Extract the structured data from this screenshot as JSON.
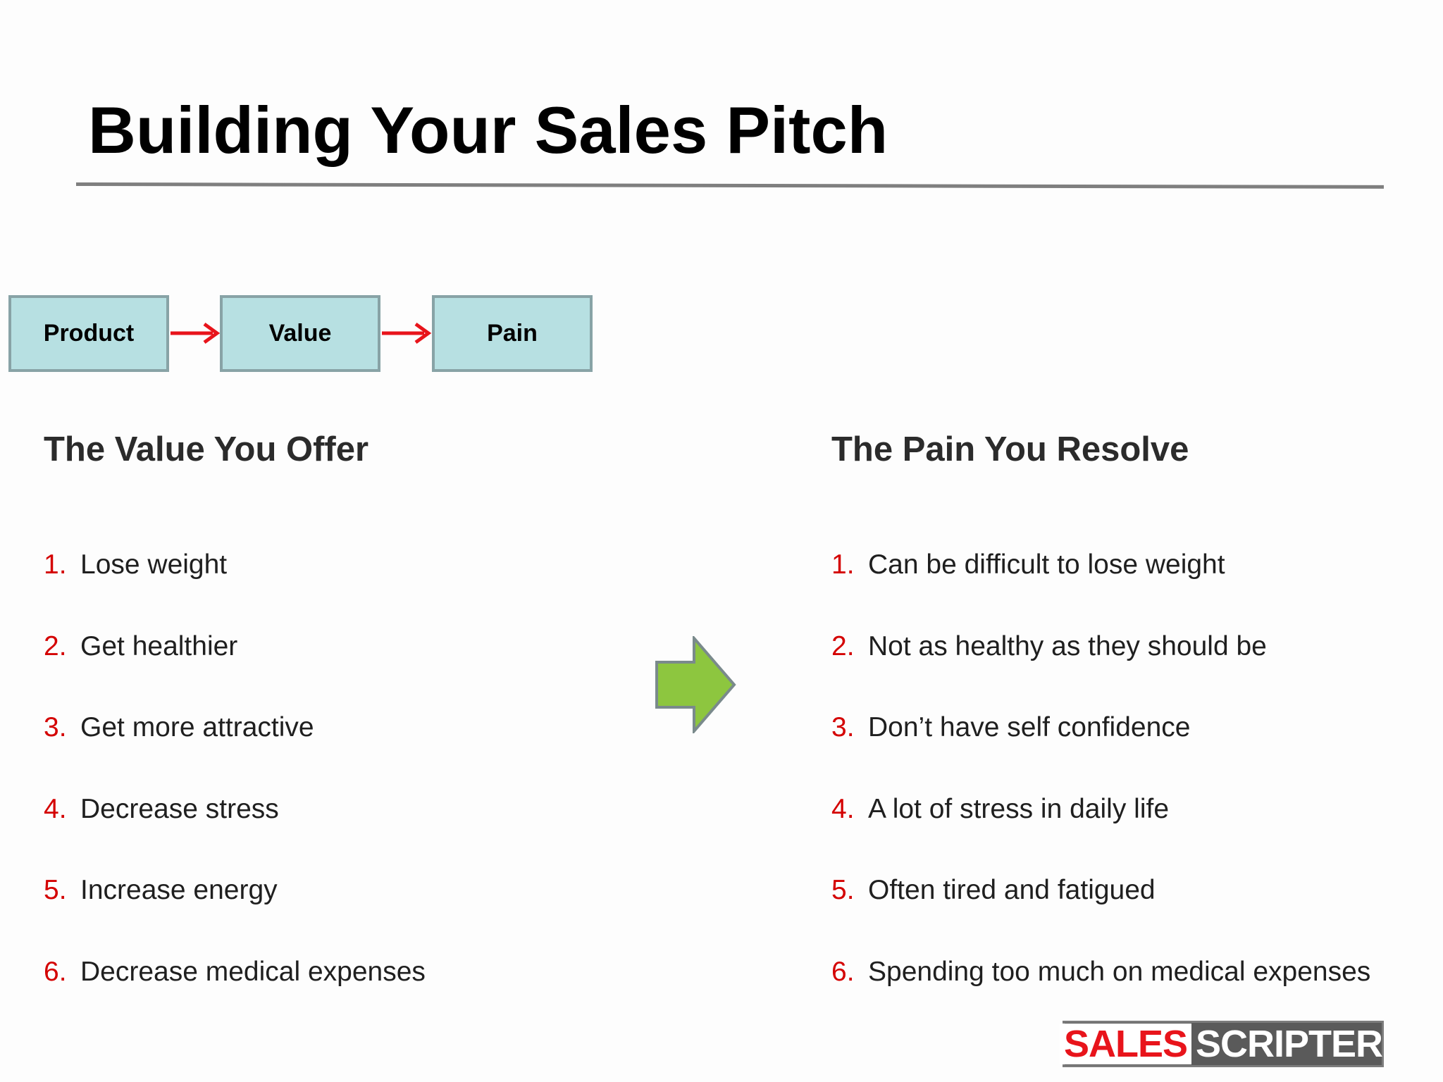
{
  "slide": {
    "title": "Building Your Sales Pitch"
  },
  "flow": {
    "boxes": [
      "Product",
      "Value",
      "Pain"
    ]
  },
  "left_column": {
    "heading": "The Value You Offer",
    "items": [
      {
        "num": "1.",
        "text": "Lose weight"
      },
      {
        "num": "2.",
        "text": "Get healthier"
      },
      {
        "num": "3.",
        "text": "Get more attractive"
      },
      {
        "num": "4.",
        "text": "Decrease stress"
      },
      {
        "num": "5.",
        "text": "Increase energy"
      },
      {
        "num": "6.",
        "text": "Decrease medical expenses"
      }
    ]
  },
  "right_column": {
    "heading": "The Pain You Resolve",
    "items": [
      {
        "num": "1.",
        "text": "Can be difficult to lose weight"
      },
      {
        "num": "2.",
        "text": "Not as healthy as they should be"
      },
      {
        "num": "3.",
        "text": "Don’t have self confidence"
      },
      {
        "num": "4.",
        "text": "A lot of stress in daily life"
      },
      {
        "num": "5.",
        "text": "Often tired and fatigued"
      },
      {
        "num": "6.",
        "text": "Spending too much on medical expenses"
      }
    ]
  },
  "logo": {
    "part1": "SALES",
    "part2": "SCRIPTER"
  },
  "colors": {
    "box_fill": "#b7e0e2",
    "box_border": "#88a3a6",
    "flow_arrow": "#e8141b",
    "list_number": "#d40000",
    "center_arrow_fill": "#8dc63f",
    "center_arrow_stroke": "#7a8a8c"
  },
  "icons": {
    "flow_arrow": "red-right-arrow-icon",
    "center_arrow": "green-block-arrow-icon"
  }
}
